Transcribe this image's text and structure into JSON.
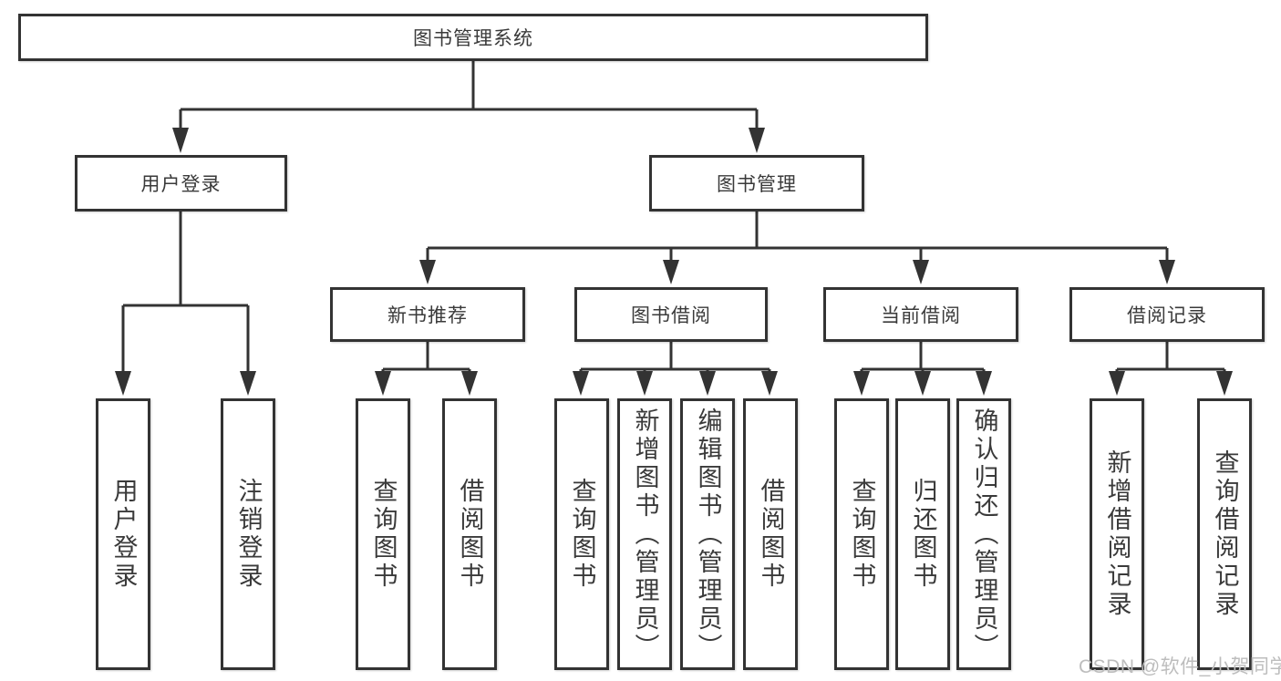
{
  "colors": {
    "line": "#333333",
    "text": "#3a3a3a",
    "wm": "#bdbdbd"
  },
  "tree": {
    "root": {
      "label": "图书管理系统"
    },
    "branches": [
      {
        "label": "用户登录",
        "children": [
          {
            "label": "用户登录"
          },
          {
            "label": "注销登录"
          }
        ]
      },
      {
        "label": "图书管理",
        "groups": [
          {
            "label": "新书推荐",
            "children": [
              {
                "label": "查询图书"
              },
              {
                "label": "借阅图书"
              }
            ]
          },
          {
            "label": "图书借阅",
            "children": [
              {
                "label": "查询图书"
              },
              {
                "label": "新增图书（管理员）"
              },
              {
                "label": "编辑图书（管理员）"
              },
              {
                "label": "借阅图书"
              }
            ]
          },
          {
            "label": "当前借阅",
            "children": [
              {
                "label": "查询图书"
              },
              {
                "label": "归还图书"
              },
              {
                "label": "确认归还（管理员）"
              }
            ]
          },
          {
            "label": "借阅记录",
            "children": [
              {
                "label": "新增借阅记录"
              },
              {
                "label": "查询借阅记录"
              }
            ]
          }
        ]
      }
    ]
  },
  "watermark": "CSDN @软件_小贺同学"
}
